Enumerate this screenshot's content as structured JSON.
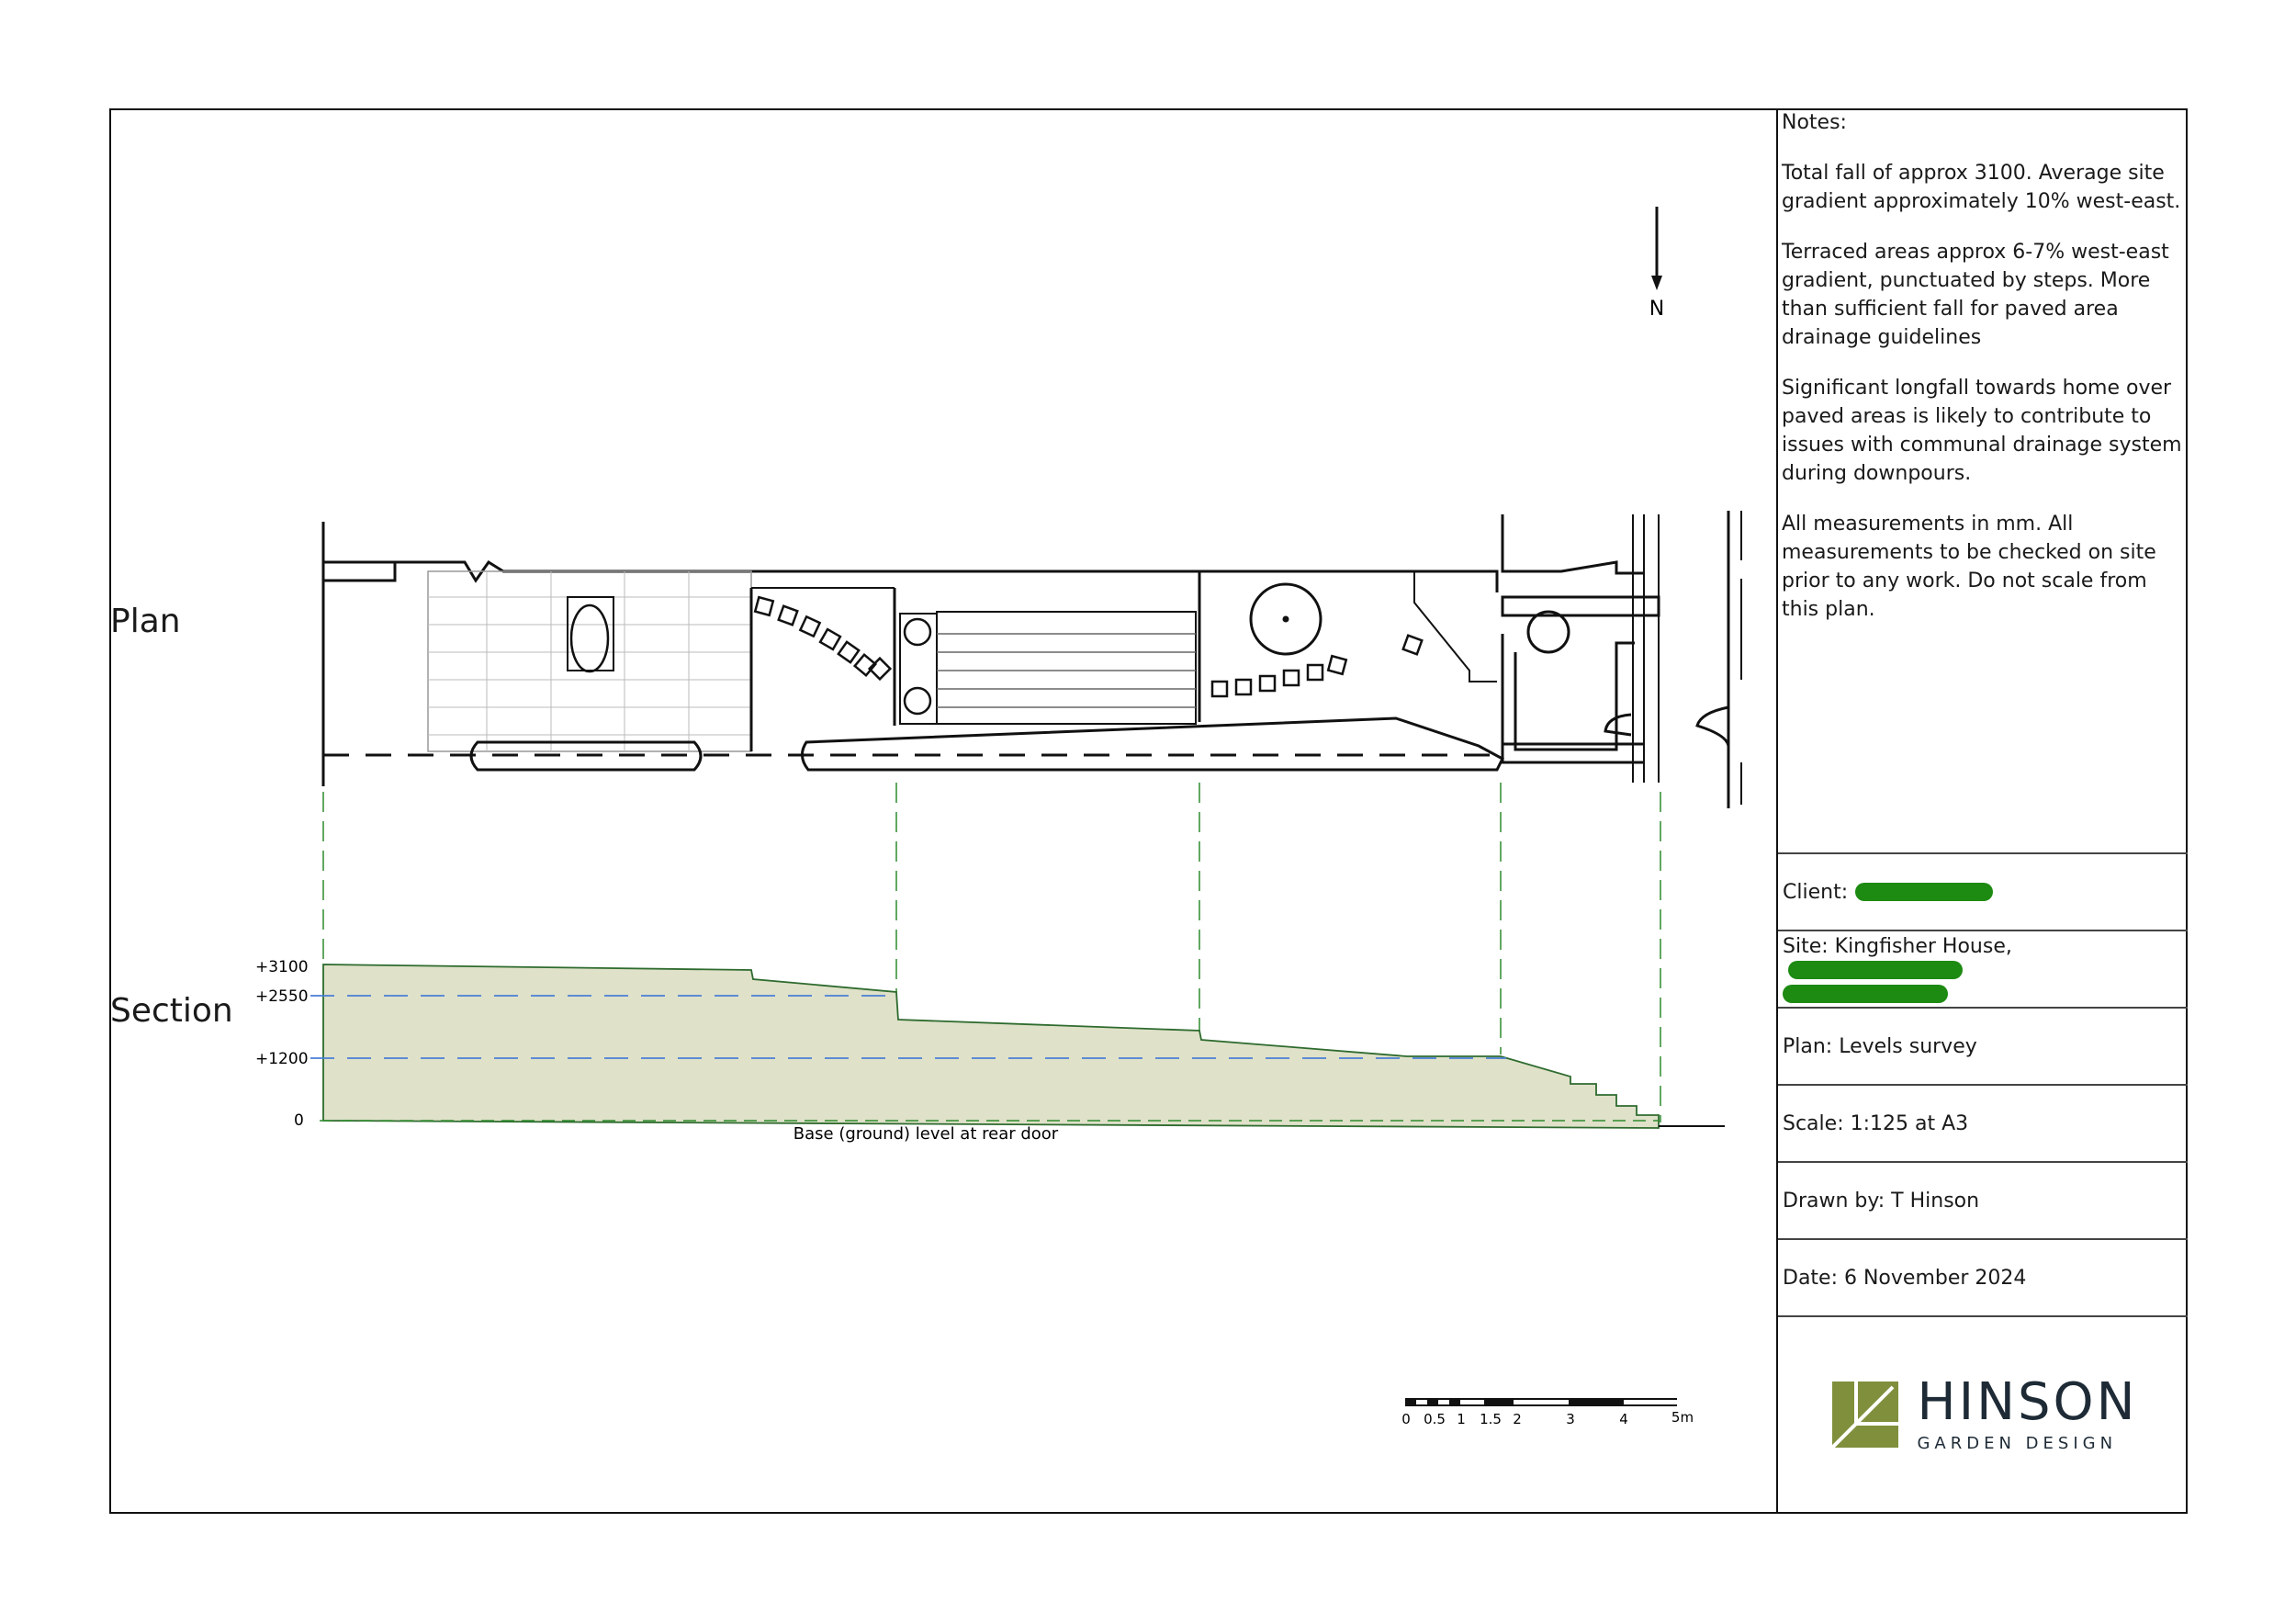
{
  "drawing": {
    "plan_label": "Plan",
    "section_label": "Section",
    "north_label": "N",
    "section_levels": [
      "+3100",
      "+2550",
      "+1200",
      "0"
    ],
    "base_level_caption": "Base (ground) level at rear door",
    "scale_bar_labels": [
      "0",
      "0.5",
      "1",
      "1.5",
      "2",
      "3",
      "4",
      "5m"
    ],
    "section_profile": {
      "levels_mm": [
        3100,
        2550,
        1200,
        0
      ],
      "unit": "mm"
    }
  },
  "notes": {
    "heading": "Notes:",
    "paragraphs": [
      "Total fall of approx 3100. Average site gradient approximately 10% west-east.",
      "Terraced areas approx 6-7% west-east gradient, punctuated by steps. More than sufficient fall for paved area drainage guidelines",
      "Significant longfall towards home over paved areas is likely to contribute to issues with communal drainage system during downpours.",
      "All measurements in mm. All measurements to be checked on site prior to any work. Do not scale from this plan."
    ]
  },
  "titleblock": {
    "client_label": "Client:",
    "site_label": "Site: Kingfisher House,",
    "plan_label": "Plan: Levels survey",
    "scale_label": "Scale: 1:125 at A3",
    "drawn_label": "Drawn by: T Hinson",
    "date_label": "Date: 6 November 2024",
    "logo_name": "HINSON",
    "logo_tagline": "GARDEN DESIGN",
    "colors": {
      "logo_green": "#7f8f3c",
      "logo_text": "#1e2b36",
      "redaction": "#1d8a12",
      "fill": "#dfe1c9",
      "level_line": "#4a7fd6",
      "guide_line": "#2e8b2e"
    }
  }
}
